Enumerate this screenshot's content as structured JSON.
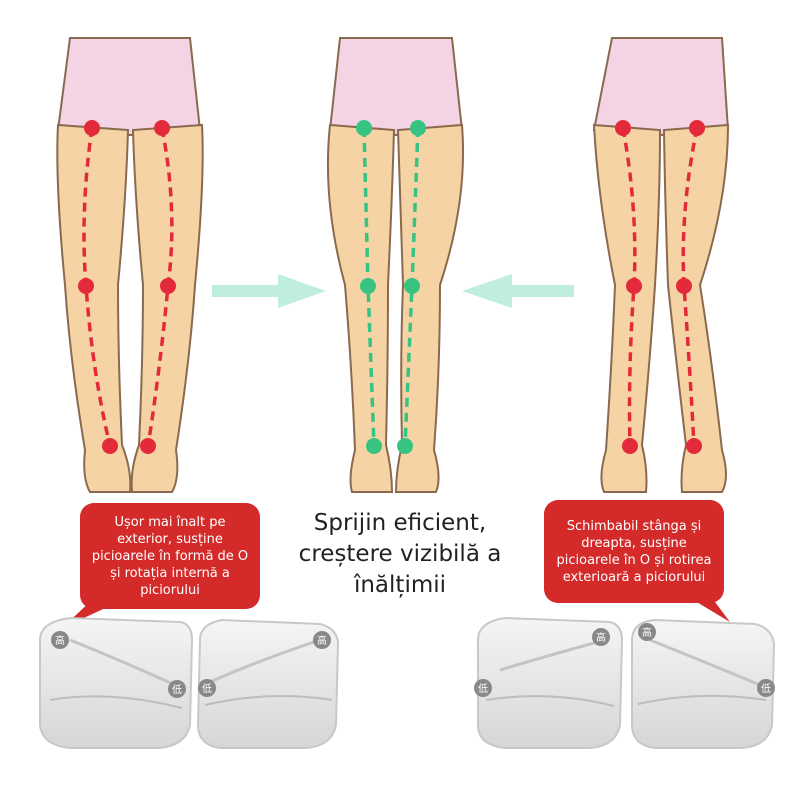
{
  "center_text": "Sprijin eficient, creștere vizibilă a înălțimii",
  "callout_left": "Ușor mai înalt pe exterior, susține picioarele în formă de O și rotația internă a piciorului",
  "callout_right": "Schimbabil stânga și dreapta, susține picioarele în O și rotirea exterioară a piciorului",
  "insole_badges": {
    "high": "高",
    "low": "低"
  },
  "colors": {
    "skin": "#f6d3a4",
    "skin_outline": "#8a6a4e",
    "shorts": "#f3d3e4",
    "problem_line": "#e32a3a",
    "corrected_line": "#37c382",
    "arrow": "#bfeedd",
    "callout": "#d42a2a"
  },
  "figures": [
    {
      "name": "o-legs",
      "line_color": "problem"
    },
    {
      "name": "straight-legs",
      "line_color": "corrected"
    },
    {
      "name": "x-legs",
      "line_color": "problem"
    }
  ]
}
